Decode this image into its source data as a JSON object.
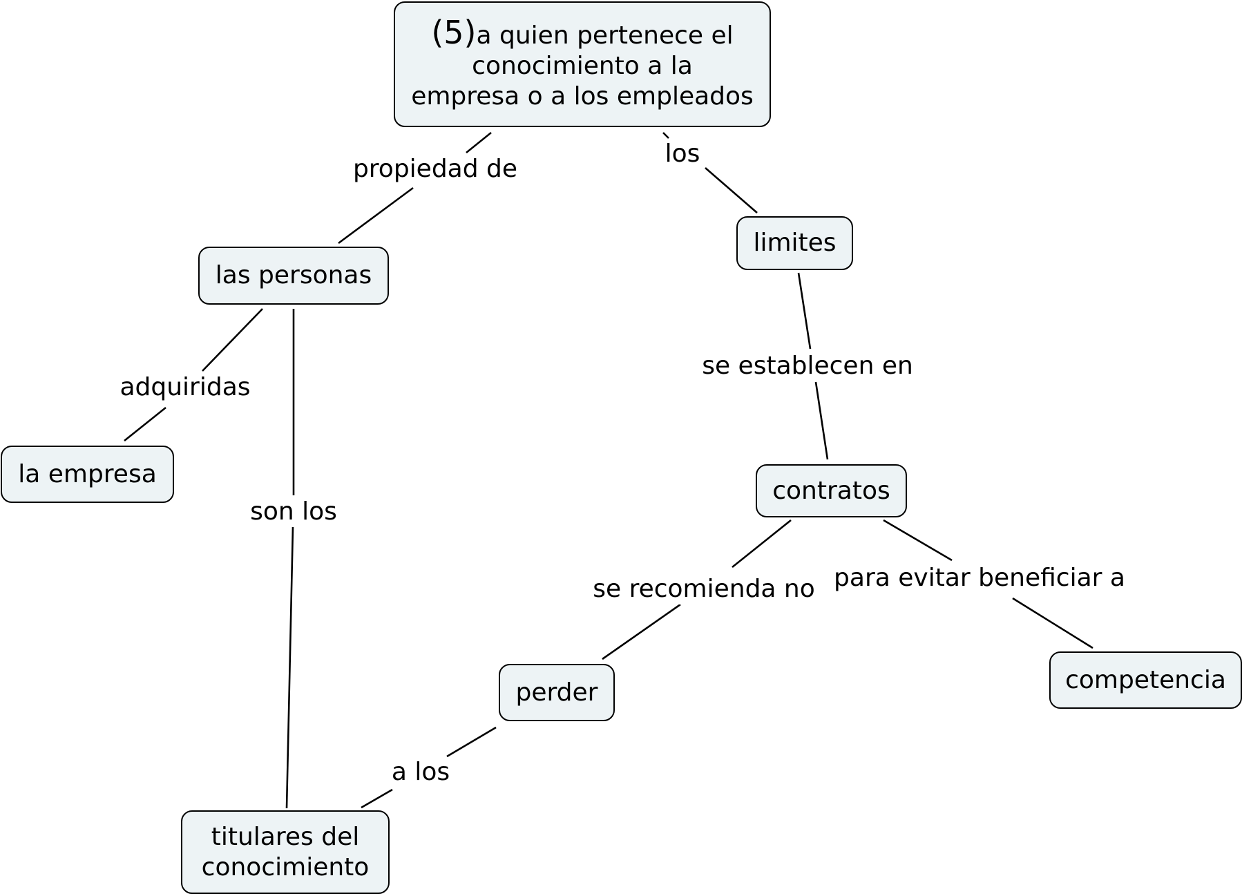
{
  "nodes": {
    "root": {
      "prefix": "(5)",
      "line1": "a quien pertenece el",
      "line2": "conocimiento a la",
      "line3": "empresa o a los empleados"
    },
    "las_personas": "las personas",
    "limites": "limites",
    "la_empresa": "la empresa",
    "contratos": "contratos",
    "perder": "perder",
    "competencia": "competencia",
    "titulares": {
      "line1": "titulares del",
      "line2": "conocimiento"
    }
  },
  "links": {
    "propiedad_de": "propiedad de",
    "los": "los",
    "adquiridas": "adquiridas",
    "son_los": "son los",
    "se_establecen_en": "se establecen en",
    "se_recomienda_no": "se recomienda no",
    "para_evitar_beneficiar_a": "para evitar beneficiar a",
    "a_los": "a los"
  },
  "colors": {
    "node_fill": "#edf3f5",
    "stroke": "#000000",
    "background": "#ffffff"
  }
}
